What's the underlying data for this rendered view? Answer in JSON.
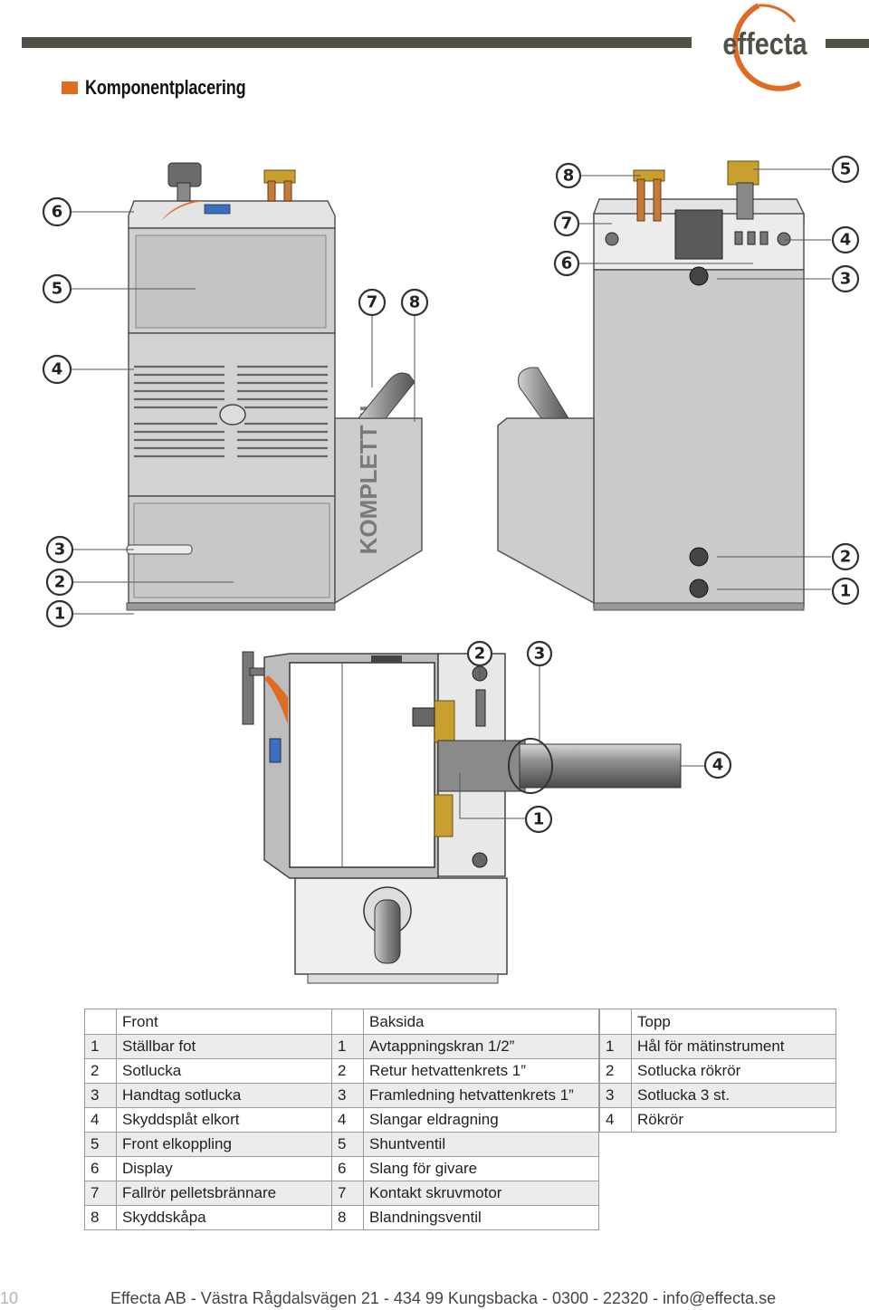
{
  "header": {
    "logo_text": "effecta",
    "title": "Komponentplacering",
    "accent_color": "#e06b25",
    "bar_color": "#4d5246"
  },
  "drawing": {
    "label_text": "KOMPLETT II",
    "front_callouts": [
      "1",
      "2",
      "3",
      "4",
      "5",
      "6",
      "7",
      "8"
    ],
    "back_callouts": [
      "1",
      "2",
      "3",
      "4",
      "5",
      "6",
      "7",
      "8"
    ],
    "top_callouts": [
      "1",
      "2",
      "3",
      "4"
    ]
  },
  "tables": {
    "front": {
      "header": "Front",
      "rows": [
        {
          "n": "1",
          "t": "Ställbar fot"
        },
        {
          "n": "2",
          "t": "Sotlucka"
        },
        {
          "n": "3",
          "t": "Handtag sotlucka"
        },
        {
          "n": "4",
          "t": "Skyddsplåt elkort"
        },
        {
          "n": "5",
          "t": "Front elkoppling"
        },
        {
          "n": "6",
          "t": "Display"
        },
        {
          "n": "7",
          "t": "Fallrör pelletsbrännare"
        },
        {
          "n": "8",
          "t": "Skyddskåpa"
        }
      ]
    },
    "back": {
      "header": "Baksida",
      "rows": [
        {
          "n": "1",
          "t": "Avtappningskran 1/2”"
        },
        {
          "n": "2",
          "t": "Retur hetvattenkrets 1”"
        },
        {
          "n": "3",
          "t": "Framledning hetvattenkrets 1”"
        },
        {
          "n": "4",
          "t": "Slangar eldragning"
        },
        {
          "n": "5",
          "t": "Shuntventil"
        },
        {
          "n": "6",
          "t": "Slang för givare"
        },
        {
          "n": "7",
          "t": "Kontakt skruvmotor"
        },
        {
          "n": "8",
          "t": "Blandningsventil"
        }
      ]
    },
    "top": {
      "header": "Topp",
      "rows": [
        {
          "n": "1",
          "t": "Hål för mätinstrument"
        },
        {
          "n": "2",
          "t": "Sotlucka rökrör"
        },
        {
          "n": "3",
          "t": "Sotlucka 3 st."
        },
        {
          "n": "4",
          "t": "Rökrör"
        }
      ]
    }
  },
  "footer": {
    "page_number": "10",
    "address": "Effecta AB - Västra Rågdalsvägen 21 - 434 99 Kungsbacka - 0300 - 22320 - info@effecta.se"
  }
}
